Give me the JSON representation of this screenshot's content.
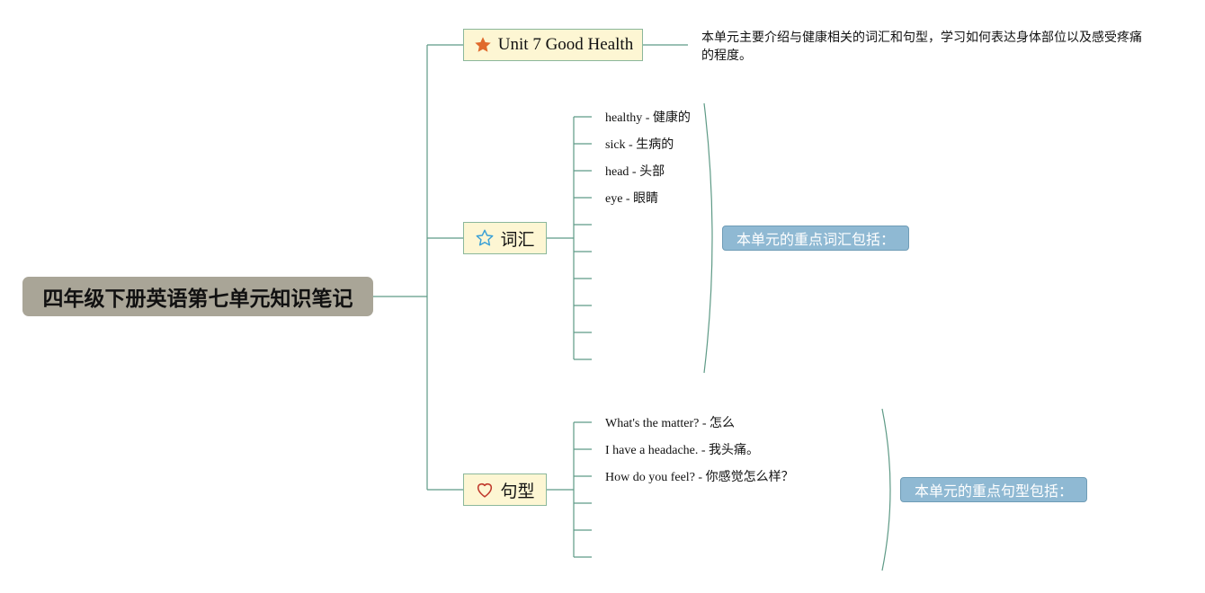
{
  "root": {
    "title": "四年级下册英语第七单元知识笔记"
  },
  "unit": {
    "title": "Unit 7 Good Health",
    "icon": "star-filled-icon",
    "note": "本单元主要介绍与健康相关的词汇和句型，学习如何表达身体部位以及感受疼痛的程度。"
  },
  "vocab": {
    "title": "词汇",
    "icon": "star-outline-icon",
    "items": [
      {
        "en": "healthy - ",
        "cn": "健康的"
      },
      {
        "en": "sick - ",
        "cn": "生病的"
      },
      {
        "en": "head - ",
        "cn": "头部"
      },
      {
        "en": "eye - ",
        "cn": "眼睛"
      }
    ],
    "summary": "本单元的重点词汇包括："
  },
  "sentences": {
    "title": "句型",
    "icon": "heart-outline-icon",
    "items": [
      {
        "en": "What's the matter? - ",
        "cn": "怎么"
      },
      {
        "en": "I have a headache. - ",
        "cn": "我头痛。"
      },
      {
        "en": "How do you feel? - ",
        "cn": "你感觉怎么样？"
      }
    ],
    "summary": "本单元的重点句型包括："
  },
  "colors": {
    "root_bg": "#a9a597",
    "topic_bg": "#fdf6d3",
    "line": "#5e9a86",
    "summary_bg": "#8fb9d3",
    "star_filled": "#e06a2c",
    "star_outline": "#3aa0d6",
    "heart": "#c0392b"
  }
}
